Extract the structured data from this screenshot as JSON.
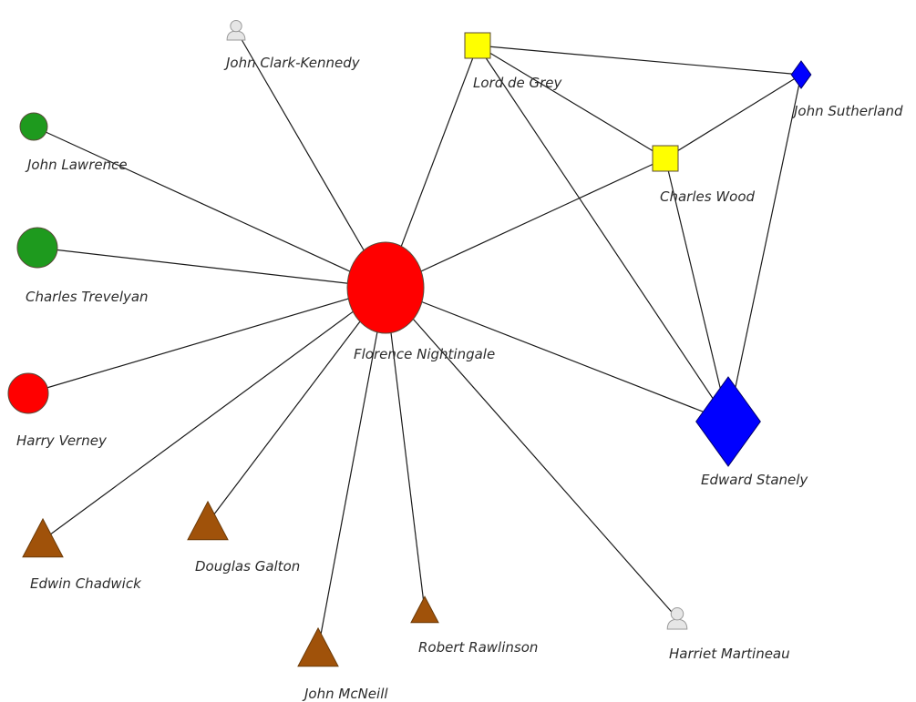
{
  "graph": {
    "nodes": [
      {
        "id": "florence",
        "label": "Florence Nightingale",
        "shape": "circle",
        "color": "#ff0000",
        "icon": "red-circle"
      },
      {
        "id": "clark_kennedy",
        "label": "John Clark-Kennedy",
        "shape": "person",
        "color": "#d0d0d0",
        "icon": "person-icon"
      },
      {
        "id": "de_grey",
        "label": "Lord de Grey",
        "shape": "square",
        "color": "#ffff00",
        "icon": "yellow-square"
      },
      {
        "id": "sutherland",
        "label": "John Sutherland",
        "shape": "diamond",
        "color": "#0000ff",
        "icon": "blue-diamond"
      },
      {
        "id": "wood",
        "label": "Charles Wood",
        "shape": "square",
        "color": "#ffff00",
        "icon": "yellow-square"
      },
      {
        "id": "lawrence",
        "label": "John Lawrence",
        "shape": "circle",
        "color": "#1e9a1e",
        "icon": "green-circle"
      },
      {
        "id": "trevelyan",
        "label": "Charles Trevelyan",
        "shape": "circle",
        "color": "#1e9a1e",
        "icon": "green-circle"
      },
      {
        "id": "verney",
        "label": "Harry Verney",
        "shape": "circle",
        "color": "#ff0000",
        "icon": "red-circle"
      },
      {
        "id": "stanely",
        "label": "Edward Stanely",
        "shape": "diamond",
        "color": "#0000ff",
        "icon": "blue-diamond"
      },
      {
        "id": "chadwick",
        "label": "Edwin Chadwick",
        "shape": "triangle",
        "color": "#a0520a",
        "icon": "brown-triangle"
      },
      {
        "id": "galton",
        "label": "Douglas Galton",
        "shape": "triangle",
        "color": "#a0520a",
        "icon": "brown-triangle"
      },
      {
        "id": "mcneill",
        "label": "John McNeill",
        "shape": "triangle",
        "color": "#a0520a",
        "icon": "brown-triangle"
      },
      {
        "id": "rawlinson",
        "label": "Robert Rawlinson",
        "shape": "triangle",
        "color": "#a0520a",
        "icon": "brown-triangle"
      },
      {
        "id": "martineau",
        "label": "Harriet Martineau",
        "shape": "person",
        "color": "#d0d0d0",
        "icon": "person-icon"
      }
    ],
    "edges": [
      [
        "florence",
        "clark_kennedy"
      ],
      [
        "florence",
        "de_grey"
      ],
      [
        "florence",
        "wood"
      ],
      [
        "florence",
        "lawrence"
      ],
      [
        "florence",
        "trevelyan"
      ],
      [
        "florence",
        "verney"
      ],
      [
        "florence",
        "stanely"
      ],
      [
        "florence",
        "chadwick"
      ],
      [
        "florence",
        "galton"
      ],
      [
        "florence",
        "mcneill"
      ],
      [
        "florence",
        "rawlinson"
      ],
      [
        "florence",
        "martineau"
      ],
      [
        "de_grey",
        "sutherland"
      ],
      [
        "de_grey",
        "wood"
      ],
      [
        "de_grey",
        "stanely"
      ],
      [
        "sutherland",
        "wood"
      ],
      [
        "sutherland",
        "stanely"
      ],
      [
        "wood",
        "stanely"
      ]
    ]
  }
}
